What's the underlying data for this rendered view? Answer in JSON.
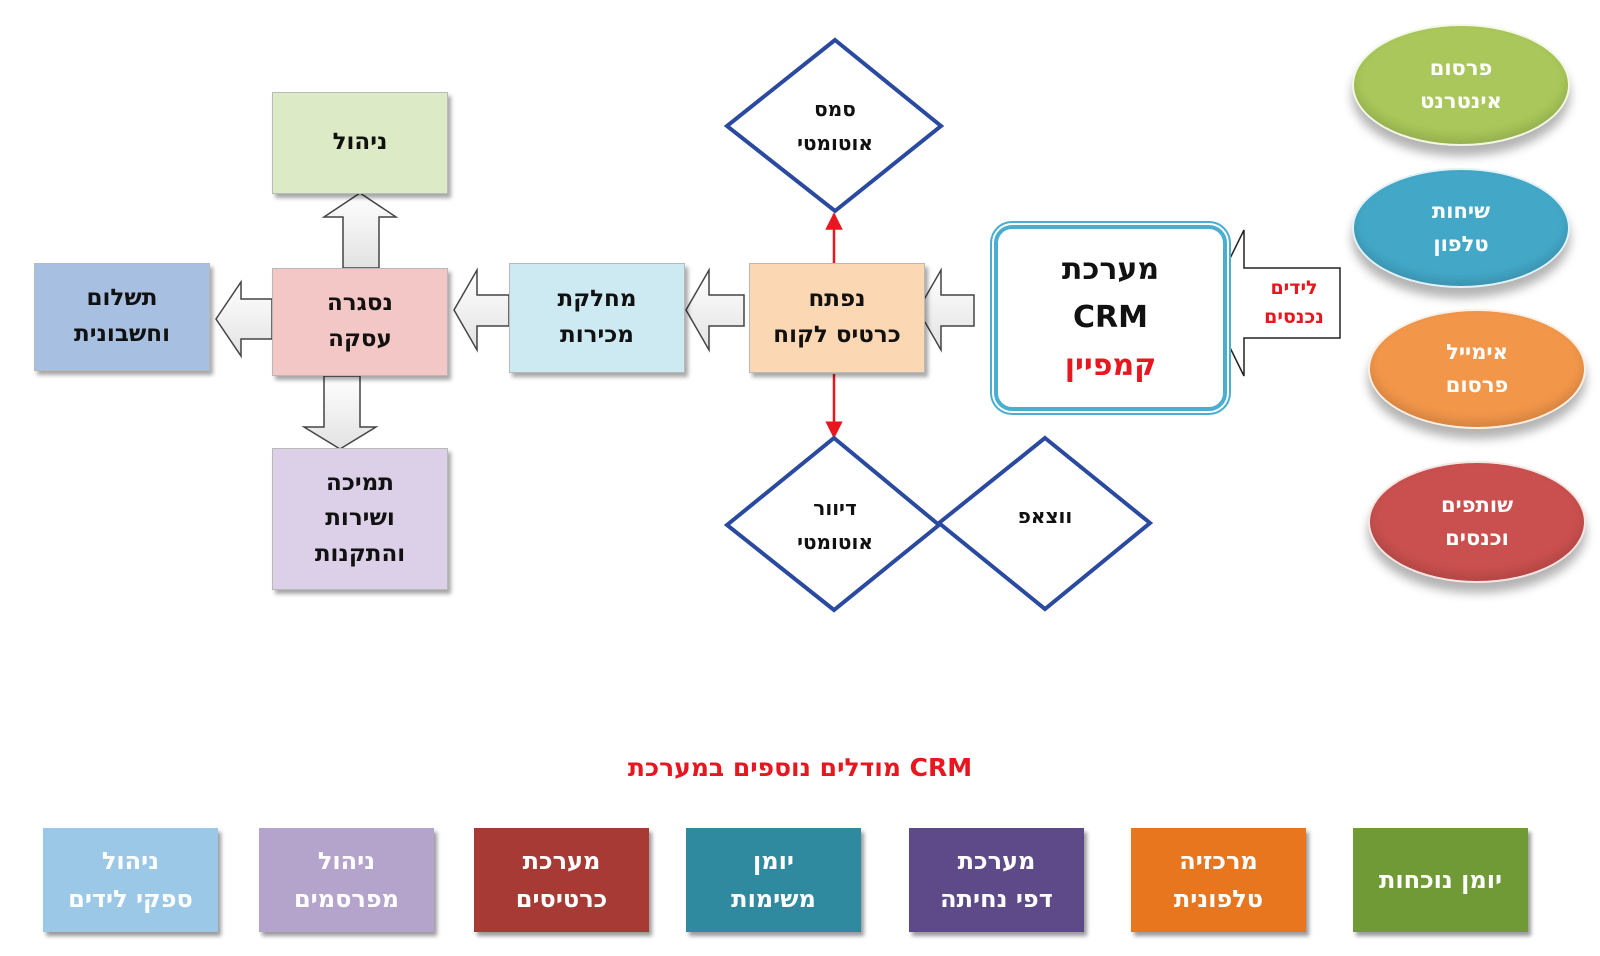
{
  "crm_box": {
    "line1": "מערכת",
    "line2": "CRM",
    "line3": "קמפיין",
    "line3_color": "#e8161e",
    "border_color": "#4aaed0"
  },
  "lead_sources": [
    {
      "line1": "פרסום",
      "line2": "אינטרנט",
      "color": "#a9c75a"
    },
    {
      "line1": "שיחות",
      "line2": "טלפון",
      "color": "#43a8c8"
    },
    {
      "line1": "אימייל",
      "line2": "פרסום",
      "color": "#f2964a"
    },
    {
      "line1": "שותפים",
      "line2": "וכנסים",
      "color": "#c9504e"
    }
  ],
  "incoming_leads": {
    "line1": "לידים",
    "line2": "נכנסים",
    "color": "#e8161e"
  },
  "customer_card": {
    "line1": "נפתח",
    "line2": "כרטיס לקוח",
    "color": "#fcd7b3"
  },
  "sales_dept": {
    "line1": "מחלקת",
    "line2": "מכירות",
    "color": "#cdeaf3"
  },
  "deal_closed": {
    "line1": "נסגרה",
    "line2": "עסקה",
    "color": "#f3c7c5"
  },
  "management": {
    "line1": "ניהול",
    "color": "#dceac6"
  },
  "payment": {
    "line1": "תשלום",
    "line2": "וחשבונית",
    "color": "#a7bfe0"
  },
  "support": {
    "line1": "תמיכה",
    "line2": "ושירות",
    "line3": "והתקנות",
    "color": "#dcd0e8"
  },
  "auto_sms": {
    "line1": "סמס",
    "line2": "אוטומטי"
  },
  "auto_mail": {
    "line1": "דיוור",
    "line2": "אוטומטי"
  },
  "whatsapp": {
    "line1": "ווצאפ"
  },
  "diamond_color": "#2a4aa0",
  "red_arrow_color": "#e8161e",
  "modules_title": "מודלים נוספים במערכת CRM",
  "modules_title_color": "#e8161e",
  "modules": [
    {
      "line1": "יומן נוכחות",
      "line2": "",
      "color": "#6f9a35"
    },
    {
      "line1": "מרכזיה",
      "line2": "טלפונית",
      "color": "#e8761e"
    },
    {
      "line1": "מערכת",
      "line2": "דפי נחיתה",
      "color": "#5e4a88"
    },
    {
      "line1": "יומן",
      "line2": "משימות",
      "color": "#2f8aa0"
    },
    {
      "line1": "מערכת",
      "line2": "כרטיסים",
      "color": "#a83a36"
    },
    {
      "line1": "ניהול",
      "line2": "מפרסמים",
      "color": "#b4a4cc"
    },
    {
      "line1": "ניהול",
      "line2": "ספקי לידים",
      "color": "#9cc8e8"
    }
  ]
}
